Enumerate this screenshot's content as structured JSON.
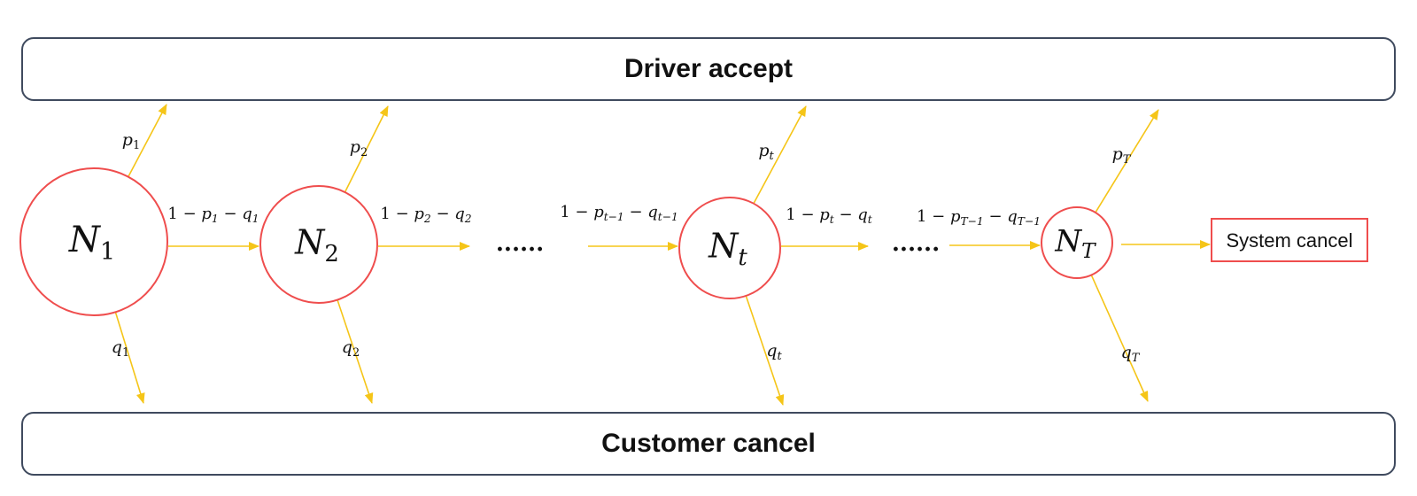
{
  "outcomes": {
    "top": "Driver accept",
    "bottom": "Customer cancel",
    "terminal": "System cancel"
  },
  "nodes": [
    {
      "base": "N",
      "sub": "1"
    },
    {
      "base": "N",
      "sub": "2"
    },
    {
      "base": "N",
      "sub": "t"
    },
    {
      "base": "N",
      "sub": "T"
    }
  ],
  "ellipsis": "......",
  "accept_labels": [
    {
      "base": "p",
      "sub": "1"
    },
    {
      "base": "p",
      "sub": "2"
    },
    {
      "base": "p",
      "sub": "t"
    },
    {
      "base": "p",
      "sub": "T"
    }
  ],
  "cancel_labels": [
    {
      "base": "q",
      "sub": "1"
    },
    {
      "base": "q",
      "sub": "2"
    },
    {
      "base": "q",
      "sub": "t"
    },
    {
      "base": "q",
      "sub": "T"
    }
  ],
  "transition_labels": [
    {
      "prefix": "1 − ",
      "p": "p",
      "psub": "1",
      "mid": " − ",
      "q": "q",
      "qsub": "1"
    },
    {
      "prefix": "1 − ",
      "p": "p",
      "psub": "2",
      "mid": " − ",
      "q": "q",
      "qsub": "2"
    },
    {
      "prefix": "1 − ",
      "p": "p",
      "psub": "t−1",
      "mid": " − ",
      "q": "q",
      "qsub": "t−1"
    },
    {
      "prefix": "1 − ",
      "p": "p",
      "psub": "t",
      "mid": " − ",
      "q": "q",
      "qsub": "t"
    },
    {
      "prefix": "1 − ",
      "p": "p",
      "psub": "T−1",
      "mid": " − ",
      "q": "q",
      "qsub": "T−1"
    }
  ],
  "colors": {
    "node_stroke": "#ef4d4d",
    "arrow": "#f5c518",
    "band_stroke": "#3f4a5e"
  }
}
